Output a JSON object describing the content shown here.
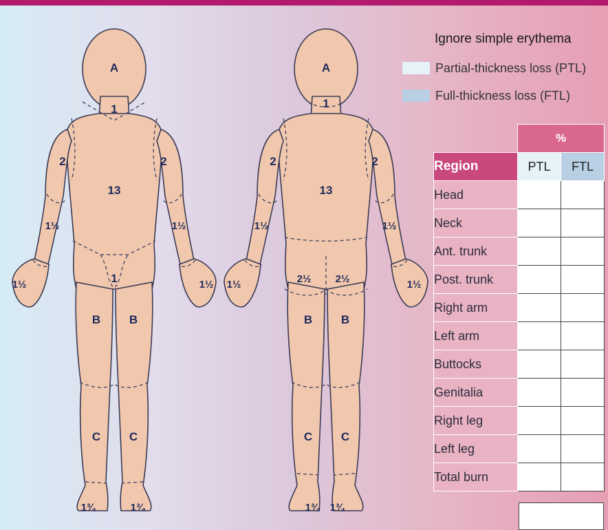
{
  "legend": {
    "title": "Ignore simple erythema",
    "ptl": "Partial-thickness loss (PTL)",
    "ftl": "Full-thickness loss (FTL)"
  },
  "table": {
    "pct_header": "%",
    "region_header": "Region",
    "ptl_header": "PTL",
    "ftl_header": "FTL",
    "rows": [
      "Head",
      "Neck",
      "Ant. trunk",
      "Post. trunk",
      "Right arm",
      "Left arm",
      "Buttocks",
      "Genitalia",
      "Right leg",
      "Left leg",
      "Total burn"
    ]
  },
  "front_labels": {
    "head": "A",
    "neck": "1",
    "trunk": "13",
    "upper_arm_l": "2",
    "upper_arm_r": "2",
    "forearm_l": "1½",
    "forearm_r": "1½",
    "hand_l": "1½",
    "hand_r": "1½",
    "genitalia": "1",
    "thigh_l": "B",
    "thigh_r": "B",
    "leg_l": "C",
    "leg_r": "C",
    "foot_l": "1¾",
    "foot_r": "1¾"
  },
  "back_labels": {
    "head": "A",
    "neck": "1",
    "trunk": "13",
    "upper_arm_l": "2",
    "upper_arm_r": "2",
    "forearm_l": "1½",
    "forearm_r": "1½",
    "hand_l": "1½",
    "hand_r": "1½",
    "buttock_l": "2½",
    "buttock_r": "2½",
    "thigh_l": "B",
    "thigh_r": "B",
    "leg_l": "C",
    "leg_r": "C",
    "foot_l": "1¾",
    "foot_r": "1¾"
  },
  "colors": {
    "topbar": "#b3196c",
    "skin": "#f1c8ad",
    "label": "#1f2a5c",
    "ptl": "#e5f2f8",
    "ftl": "#b9cfe3"
  }
}
